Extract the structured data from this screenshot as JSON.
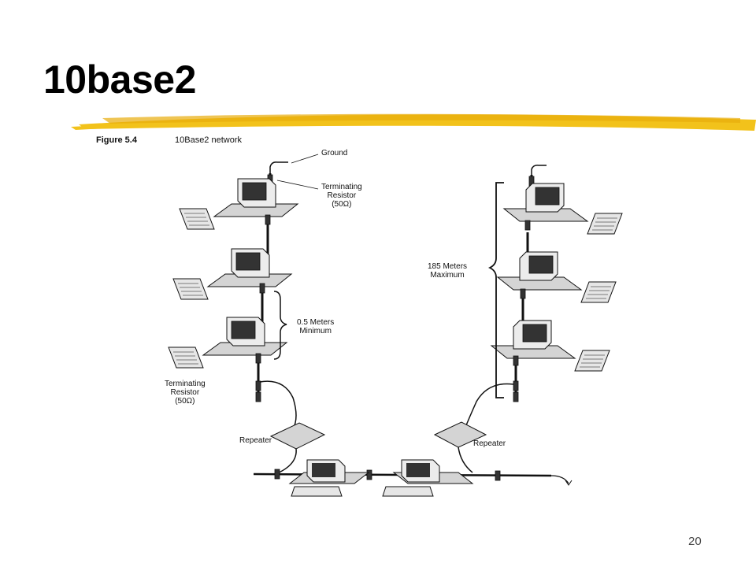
{
  "slide": {
    "title": "10base2",
    "number": "20"
  },
  "figure": {
    "number": "Figure 5.4",
    "title": "10Base2 network",
    "labels": {
      "ground": "Ground",
      "terminating_resistor_top": [
        "Terminating",
        "Resistor",
        "(50Ω)"
      ],
      "terminating_resistor_bottom": [
        "Terminating",
        "Resistor",
        "(50Ω)"
      ],
      "min_spacing": [
        "0.5 Meters",
        "Minimum"
      ],
      "max_length": [
        "185 Meters",
        "Maximum"
      ],
      "repeater_left": "Repeater",
      "repeater_right": "Repeater"
    }
  },
  "colors": {
    "brush": "#f2c21b",
    "ink": "#111111"
  }
}
